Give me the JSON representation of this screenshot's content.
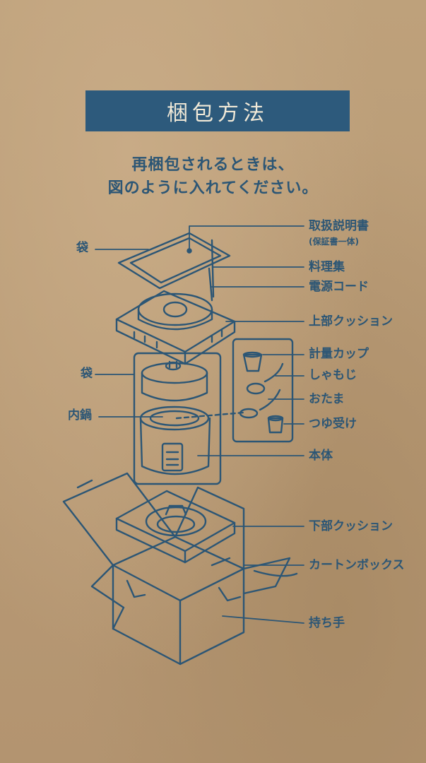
{
  "title": "梱包方法",
  "intro": {
    "line1": "再梱包されるときは、",
    "line2": "図のように入れてください。"
  },
  "labels": {
    "bag_top": "袋",
    "bag_middle": "袋",
    "inner_pot": "内鍋",
    "manual": "取扱説明書",
    "manual_note": "(保証書一体)",
    "recipe_book": "料理集",
    "power_cord": "電源コード",
    "upper_cushion": "上部クッション",
    "measuring_cup": "計量カップ",
    "rice_paddle": "しゃもじ",
    "ladle": "おたま",
    "drip_catcher": "つゆ受け",
    "main_unit": "本体",
    "lower_cushion": "下部クッション",
    "carton_box": "カートンボックス",
    "handle": "持ち手"
  },
  "colors": {
    "ink": "#2c5675",
    "band": "#2d5a7c",
    "cardboard": "#b89a74"
  }
}
